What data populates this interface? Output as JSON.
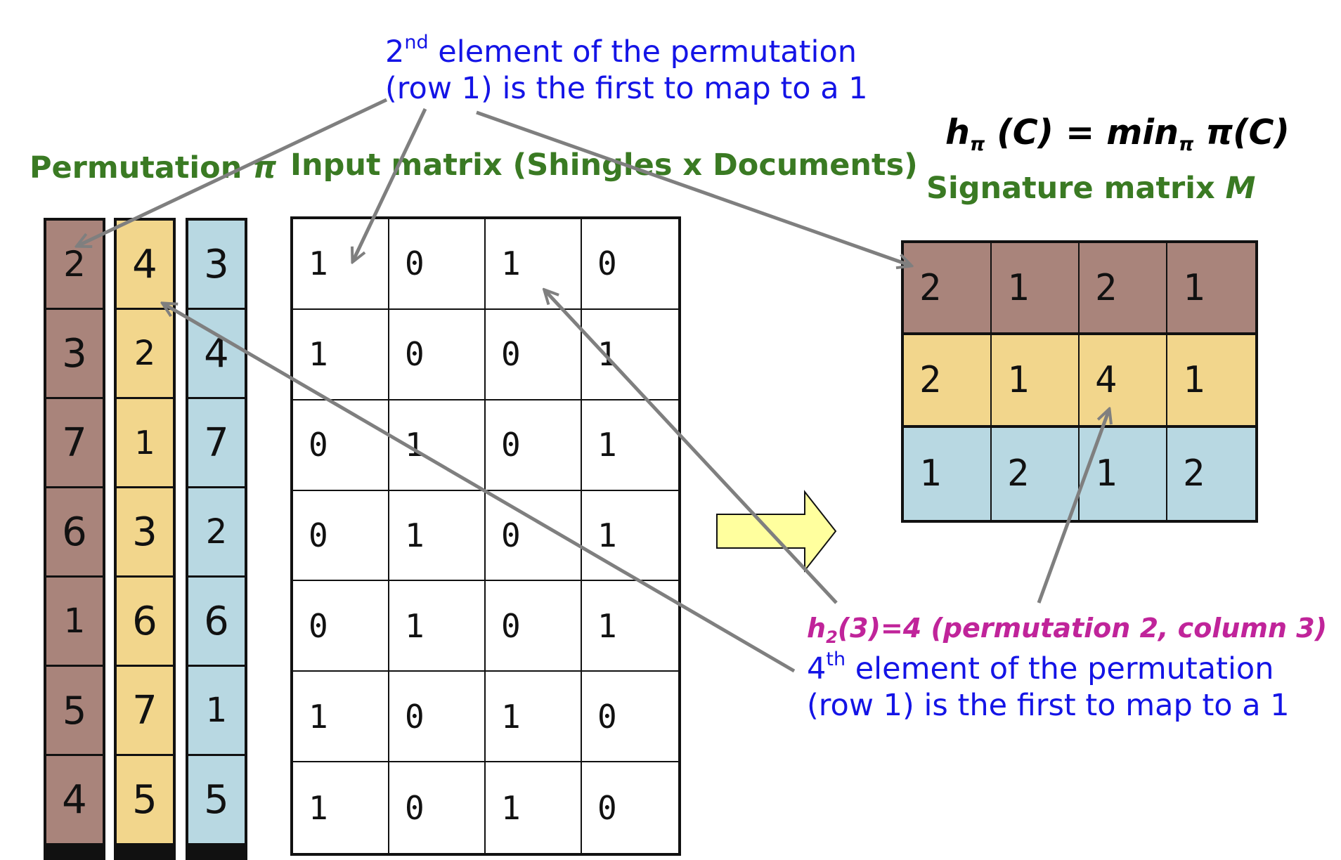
{
  "top_annotation": {
    "line1_num": "2",
    "line1_sup": "nd",
    "line1_rest": " element of the permutation",
    "line2": "(row 1) is the first to map to a 1"
  },
  "formula": {
    "h": "h",
    "h_sub": "π",
    "mid": " (C) = min",
    "min_sub": "π",
    "end": " π(C)"
  },
  "headers": {
    "permutation_label": "Permutation ",
    "permutation_symbol": "π",
    "input_matrix": "Input matrix (Shingles x Documents)",
    "signature_label": "Signature matrix ",
    "signature_symbol": "M"
  },
  "permutations": [
    {
      "color": "#a9847b",
      "values": [
        "2",
        "3",
        "7",
        "6",
        "1",
        "5",
        "4"
      ]
    },
    {
      "color": "#f2d68c",
      "values": [
        "4",
        "2",
        "1",
        "3",
        "6",
        "7",
        "5"
      ]
    },
    {
      "color": "#b8d8e2",
      "values": [
        "3",
        "4",
        "7",
        "2",
        "6",
        "1",
        "5"
      ]
    }
  ],
  "input_matrix": [
    [
      "1",
      "0",
      "1",
      "0"
    ],
    [
      "1",
      "0",
      "0",
      "1"
    ],
    [
      "0",
      "1",
      "0",
      "1"
    ],
    [
      "0",
      "1",
      "0",
      "1"
    ],
    [
      "0",
      "1",
      "0",
      "1"
    ],
    [
      "1",
      "0",
      "1",
      "0"
    ],
    [
      "1",
      "0",
      "1",
      "0"
    ]
  ],
  "signature_matrix": [
    {
      "color": "#a9847b",
      "values": [
        "2",
        "1",
        "2",
        "1"
      ]
    },
    {
      "color": "#f2d68c",
      "values": [
        "2",
        "1",
        "4",
        "1"
      ]
    },
    {
      "color": "#b8d8e2",
      "values": [
        "1",
        "2",
        "1",
        "2"
      ]
    }
  ],
  "bottom_annotation": {
    "pink_h": "h",
    "pink_sub": "2",
    "pink_rest": "(3)=4 (permutation 2, column 3)",
    "line1_num": "4",
    "line1_sup": "th",
    "line1_rest": " element of the permutation",
    "line2": "(row 1) is the first to map to a 1"
  },
  "colors": {
    "annotation_blue": "#1414e6",
    "header_green": "#3a7a23",
    "pink": "#c0249a",
    "arrow_gray": "#7f7f7f",
    "big_arrow_fill": "#ffff9e"
  }
}
